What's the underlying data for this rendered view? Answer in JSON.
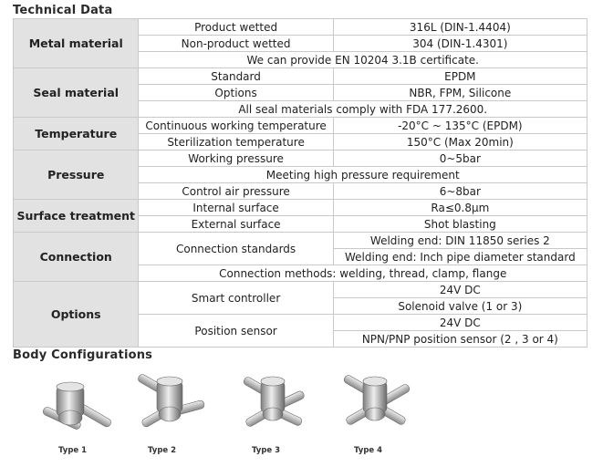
{
  "technical_title": "Technical Data",
  "body_title": "Body Configurations",
  "metal": {
    "category": "Metal material",
    "rows": [
      {
        "label": "Product wetted",
        "value": "316L (DIN-1.4404)"
      },
      {
        "label": "Non-product wetted",
        "value": "304 (DIN-1.4301)"
      }
    ],
    "note": "We can provide EN 10204 3.1B certificate."
  },
  "seal": {
    "category": "Seal material",
    "rows": [
      {
        "label": "Standard",
        "value": "EPDM"
      },
      {
        "label": "Options",
        "value": "NBR, FPM, Silicone"
      }
    ],
    "note": "All seal materials comply with FDA 177.2600."
  },
  "temperature": {
    "category": "Temperature",
    "rows": [
      {
        "label": "Continuous working temperature",
        "value": "-20°C ~ 135°C (EPDM)"
      },
      {
        "label": "Sterilization temperature",
        "value": "150°C (Max 20min)"
      }
    ]
  },
  "pressure": {
    "category": "Pressure",
    "working_label": "Working pressure",
    "working_value": "0~5bar",
    "note": "Meeting high pressure requirement",
    "air_label": "Control air pressure",
    "air_value": "6~8bar"
  },
  "surface": {
    "category": "Surface treatment",
    "rows": [
      {
        "label": "Internal surface",
        "value": "Ra≤0.8μm"
      },
      {
        "label": "External surface",
        "value": "Shot blasting"
      }
    ]
  },
  "connection": {
    "category": "Connection",
    "standards_label": "Connection standards",
    "standards": [
      "Welding end: DIN 11850 series 2",
      "Welding end: Inch pipe diameter standard"
    ],
    "methods": "Connection methods: welding, thread, clamp, flange"
  },
  "options": {
    "category": "Options",
    "smart_label": "Smart controller",
    "smart_values": [
      "24V DC",
      "Solenoid valve (1 or 3)"
    ],
    "sensor_label": "Position sensor",
    "sensor_values": [
      "24V DC",
      "NPN/PNP position sensor (2 , 3 or 4)"
    ]
  },
  "body_types": [
    "Type 1",
    "Type 2",
    "Type 3",
    "Type 4"
  ]
}
